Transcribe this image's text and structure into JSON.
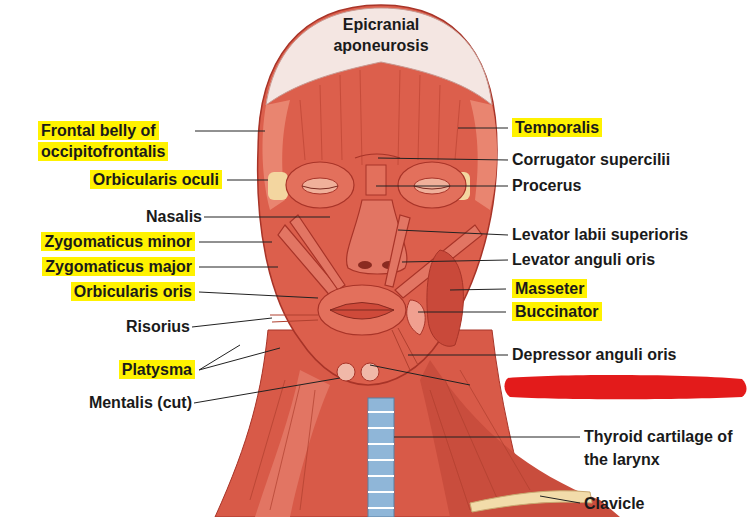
{
  "diagram": {
    "labels": [
      "Epicranial aponeurosis",
      "Frontal belly of occipitofrontalis",
      "Temporalis",
      "Corrugator supercilii",
      "Orbicularis oculi",
      "Procerus",
      "Nasalis",
      "Levator labii superioris",
      "Zygomaticus minor",
      "Levator anguli oris",
      "Zygomaticus major",
      "Orbicularis oris",
      "Masseter",
      "Buccinator",
      "Risorius",
      "Depressor anguli oris",
      "Platysma",
      "Mentalis (cut)",
      "Thyroid cartilage of the larynx",
      "Clavicle"
    ]
  }
}
